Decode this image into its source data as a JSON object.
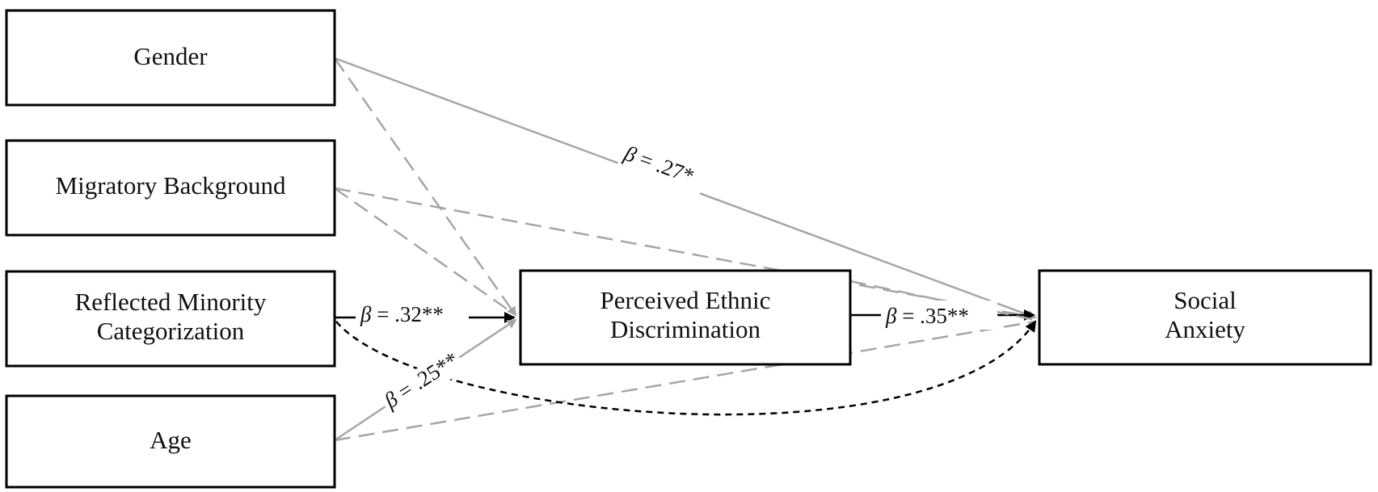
{
  "diagram": {
    "nodes": {
      "gender": {
        "lines": [
          "Gender"
        ]
      },
      "migratory": {
        "lines": [
          "Migratory Background"
        ]
      },
      "reflected": {
        "lines": [
          "Reflected Minority",
          "Categorization"
        ]
      },
      "age": {
        "lines": [
          "Age"
        ]
      },
      "perceived": {
        "lines": [
          "Perceived Ethnic",
          "Discrimination"
        ]
      },
      "social": {
        "lines": [
          "Social",
          "Anxiety"
        ]
      }
    },
    "paths": [
      {
        "from": "gender",
        "to": "social",
        "style": "solid-gray",
        "label_symbol": "β",
        "label_value": " = .27*"
      },
      {
        "from": "gender",
        "to": "perceived",
        "style": "dashed-gray"
      },
      {
        "from": "migratory",
        "to": "perceived",
        "style": "dashed-gray"
      },
      {
        "from": "migratory",
        "to": "social",
        "style": "dashed-gray"
      },
      {
        "from": "reflected",
        "to": "perceived",
        "style": "solid-black",
        "label_symbol": "β",
        "label_value": " = .32**"
      },
      {
        "from": "age",
        "to": "perceived",
        "style": "solid-gray",
        "label_symbol": "β",
        "label_value": " = .25**"
      },
      {
        "from": "age",
        "to": "social",
        "style": "dashed-gray"
      },
      {
        "from": "perceived",
        "to": "social",
        "style": "solid-black",
        "label_symbol": "β",
        "label_value": " = .35**"
      },
      {
        "from": "perceived",
        "to": "social",
        "style": "dashed-gray"
      },
      {
        "from": "reflected",
        "to": "social",
        "style": "dashed-black-curved"
      }
    ],
    "colors": {
      "gray": "#a6a6a6",
      "black": "#000000"
    }
  }
}
